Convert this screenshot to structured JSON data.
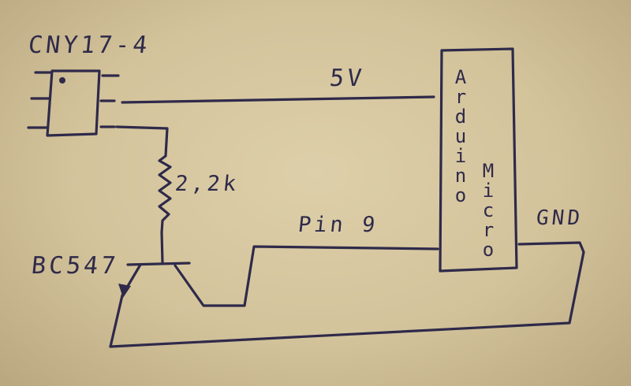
{
  "labels": {
    "optocoupler": "CNY17-4",
    "supply": "5V",
    "resistor": "2,2k",
    "transistor": "BC547",
    "pin": "Pin 9",
    "ground": "GND",
    "board_line1": "Arduino",
    "board_line2": "Micro"
  },
  "colors": {
    "ink": "#2f2a4a",
    "paper": "#d8c9a3"
  }
}
